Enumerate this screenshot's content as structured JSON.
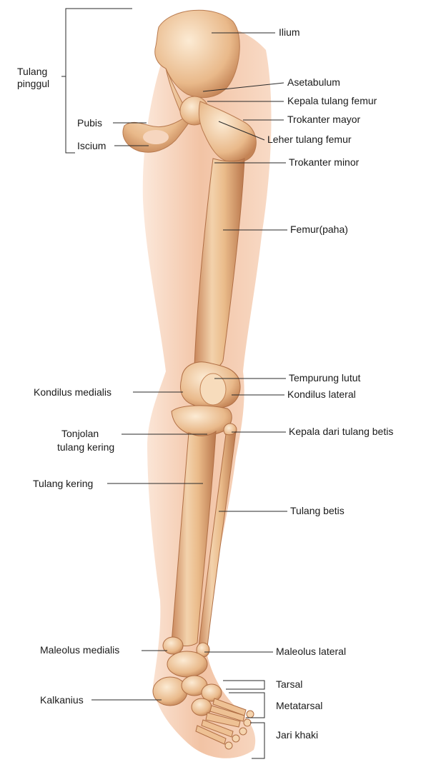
{
  "colors": {
    "skin": "#f3c7a8",
    "skin_deep": "#e7a07e",
    "bone": "#ecc08f",
    "bone_light": "#fbe7cd",
    "bone_shadow": "#c9875b",
    "leader": "#2a2a2a",
    "text": "#1a1a1a"
  },
  "labels": {
    "hip_group": [
      "Tulang",
      "pinggul"
    ],
    "pubis": "Pubis",
    "iscium": "Iscium",
    "ilium": "Ilium",
    "asetabulum": "Asetabulum",
    "femur_head": "Kepala tulang femur",
    "greater_trochanter": "Trokanter mayor",
    "femur_neck": "Leher tulang femur",
    "lesser_trochanter": "Trokanter minor",
    "femur": "Femur(paha)",
    "patella": "Tempurung lutut",
    "medial_condyle": "Kondilus medialis",
    "lateral_condyle": "Kondilus lateral",
    "tibial_tuberosity": [
      "Tonjolan",
      "tulang kering"
    ],
    "fibula_head": "Kepala dari tulang betis",
    "tibia": "Tulang kering",
    "fibula": "Tulang betis",
    "medial_malleolus": "Maleolus medialis",
    "lateral_malleolus": "Maleolus lateral",
    "tarsal": "Tarsal",
    "calcaneus": "Kalkanius",
    "metatarsal": "Metatarsal",
    "phalanges": "Jari khaki"
  }
}
